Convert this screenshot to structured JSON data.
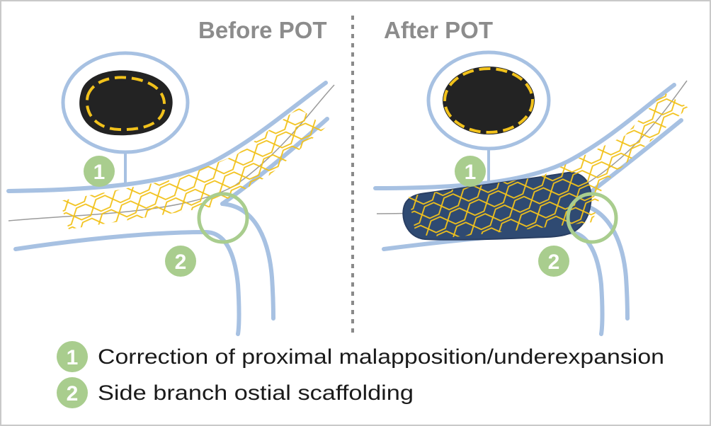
{
  "panels": {
    "before": {
      "title": "Before POT"
    },
    "after": {
      "title": "After POT"
    }
  },
  "badges": {
    "one": "1",
    "two": "2"
  },
  "legend": [
    {
      "number": "1",
      "text": "Correction of proximal malapposition/underexpansion"
    },
    {
      "number": "2",
      "text": "Side branch ostial scaffolding"
    }
  ],
  "colors": {
    "vessel": "#a7c1e2",
    "stent": "#f2c21b",
    "badge": "#a9cd8e",
    "balloon": "#2f4a72",
    "lumen": "#232323",
    "title": "#8c8c8c"
  }
}
